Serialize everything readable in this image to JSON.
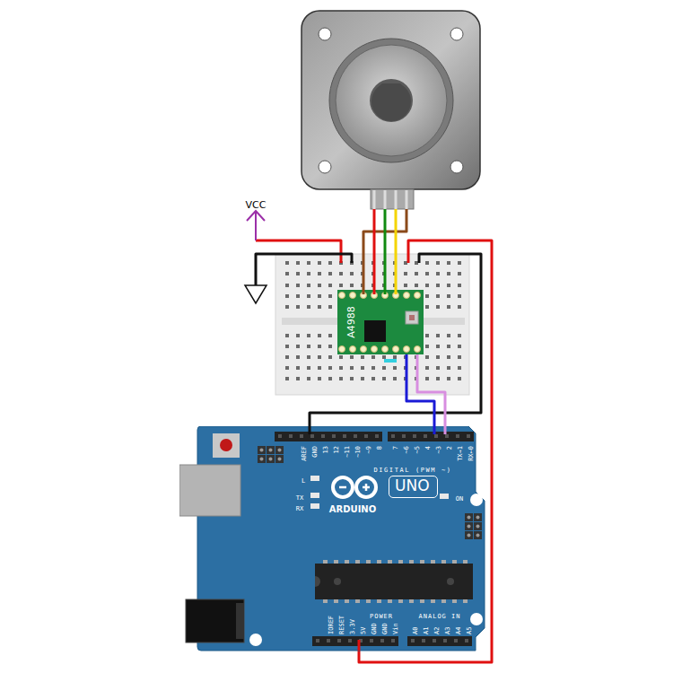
{
  "diagram": {
    "nodes": [
      {
        "text": [
          "A4988"
        ]
      },
      {
        "text": [
          "ARDUINO"
        ]
      },
      {
        "text": [
          "UNO"
        ],
        "in": 1
      }
    ],
    "edges": [
      {
        "from": 0,
        "to": 1,
        "arrow": "none"
      },
      {
        "from": 0,
        "to": 1,
        "arrow": "none"
      }
    ],
    "labels": [
      "VCC",
      "AREF",
      "GND",
      "13",
      "12",
      "~11",
      "~10",
      "~9",
      "8",
      "7",
      "~6",
      "~5",
      "4",
      "~3",
      "2",
      "TX→1",
      "RX←0",
      "DIGITAL (PWM ~)",
      "L",
      "TX",
      "RX",
      "ON",
      "IOREF",
      "RESET",
      "3.3V",
      "5V",
      "GND",
      "GND",
      "Vin",
      "POWER",
      "ANALOG IN",
      "A0",
      "A1",
      "A2",
      "A3",
      "A4",
      "A5"
    ]
  }
}
